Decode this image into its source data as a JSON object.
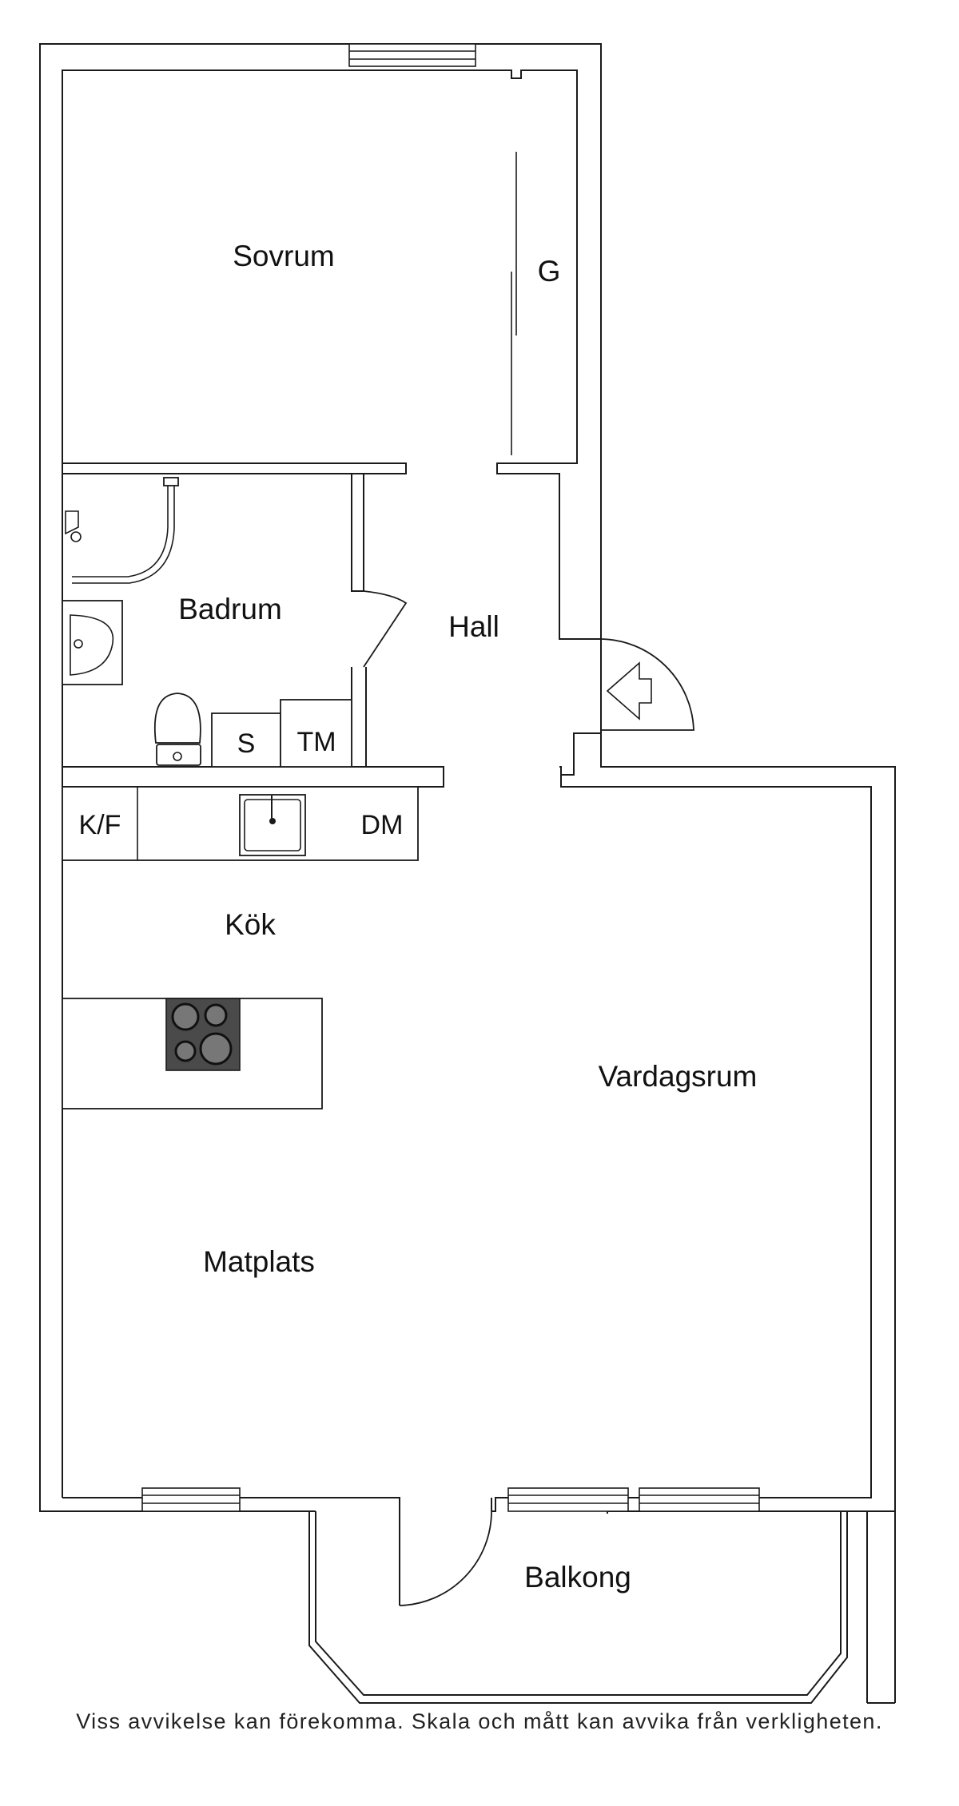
{
  "rooms": {
    "sovrum": "Sovrum",
    "garderob": "G",
    "badrum": "Badrum",
    "hall": "Hall",
    "kok": "Kök",
    "vardagsrum": "Vardagsrum",
    "matplats": "Matplats",
    "balkong": "Balkong"
  },
  "fixtures": {
    "kyl_frys": "K/F",
    "diskmaskin": "DM",
    "skap": "S",
    "tvattmaskin": "TM"
  },
  "icons": [
    "sink-icon",
    "toilet-icon",
    "washbasin-icon",
    "shower-icon",
    "stove-icon",
    "entrance-arrow-icon"
  ],
  "disclaimer": "Viss avvikelse kan förekomma. Skala och mått kan avvika från verkligheten."
}
